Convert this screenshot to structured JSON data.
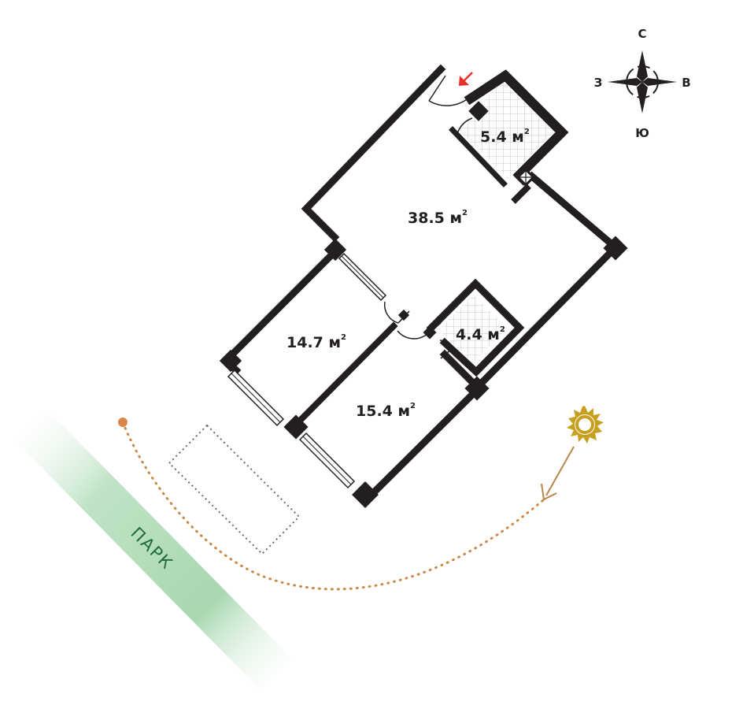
{
  "rooms": {
    "living": {
      "area": "38.5 м",
      "sup": "2"
    },
    "bath_top": {
      "area": "5.4 м",
      "sup": "2"
    },
    "bedroom_left": {
      "area": "14.7 м",
      "sup": "2"
    },
    "bath_small": {
      "area": "4.4 м",
      "sup": "2"
    },
    "bedroom_right": {
      "area": "15.4 м",
      "sup": "2"
    }
  },
  "compass": {
    "north": "С",
    "south": "Ю",
    "west": "З",
    "east": "В"
  },
  "park": {
    "label": "ПАРК"
  },
  "colors": {
    "wall": "#231f20",
    "park": "#a8d8b0",
    "sun_path": "#c98a4a",
    "entrance_arrow": "#e8302a",
    "sun": "#c8a020"
  },
  "icons": {
    "entrance": "entrance-arrow-icon",
    "sun": "sun-icon",
    "compass": "compass-rose-icon"
  }
}
